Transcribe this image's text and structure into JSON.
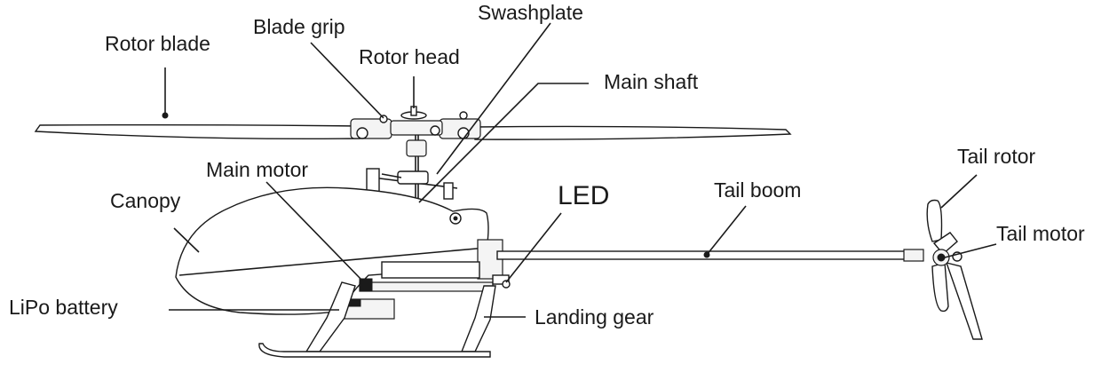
{
  "labels": {
    "rotor_blade": "Rotor blade",
    "blade_grip": "Blade grip",
    "swashplate": "Swashplate",
    "rotor_head": "Rotor head",
    "main_shaft": "Main shaft",
    "main_motor": "Main motor",
    "canopy": "Canopy",
    "led": "LED",
    "tail_boom": "Tail boom",
    "tail_rotor": "Tail rotor",
    "tail_motor": "Tail motor",
    "lipo_battery": "LiPo battery",
    "landing_gear": "Landing gear"
  },
  "colors": {
    "ink": "#1a1a1a",
    "background": "#ffffff"
  }
}
